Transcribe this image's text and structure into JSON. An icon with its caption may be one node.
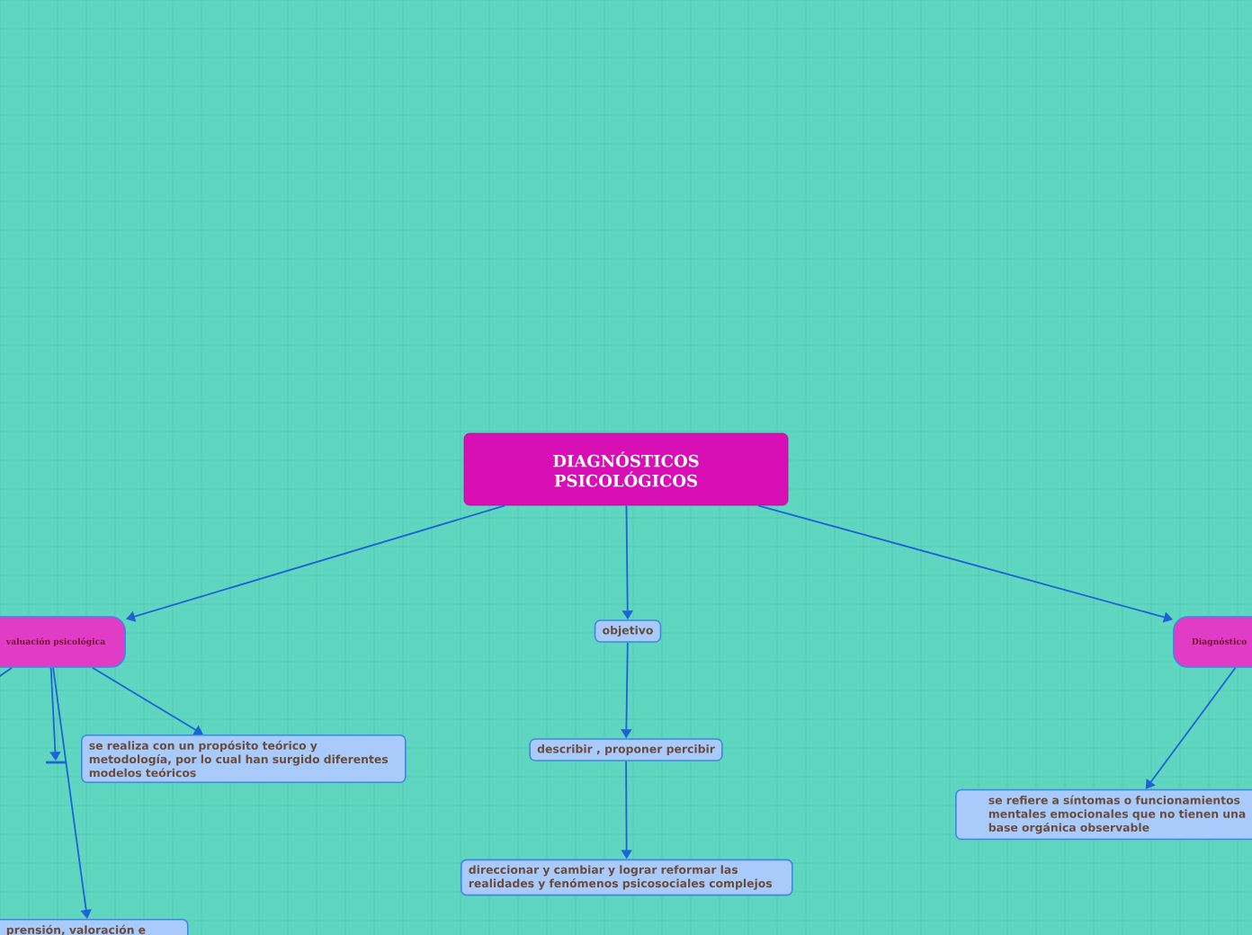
{
  "diagram": {
    "nodes": [
      {
        "text": [
          "DIAGNÓSTICOS PSICOLÓGICOS"
        ]
      },
      {
        "text": [
          "valuación psicológica"
        ]
      },
      {
        "text": [
          "objetivo"
        ]
      },
      {
        "text": [
          "Diagnóstico"
        ]
      },
      {
        "text": [
          "se realiza con un propósito teórico y metodología, por lo cual han surgido diferentes modelos teóricos"
        ]
      },
      {
        "text": [],
        "shape": "bar"
      },
      {
        "text": [
          "prensión, valoración e"
        ]
      },
      {
        "text": [
          "describir , proponer percibir"
        ]
      },
      {
        "text": [
          "direccionar y cambiar y lograr reformar las realidades y fenómenos psicosociales complejos"
        ]
      },
      {
        "text": [
          "se refiere a síntomas o funcionamientos mentales  emocionales que no tienen una base orgánica observable"
        ]
      }
    ],
    "edges": [
      {
        "from": 0,
        "to": 1,
        "arrow": "to"
      },
      {
        "from": 0,
        "to": 2,
        "arrow": "to"
      },
      {
        "from": 0,
        "to": 3,
        "arrow": "to"
      },
      {
        "from": 1,
        "to": null,
        "arrow": "none"
      },
      {
        "from": 1,
        "to": 5,
        "arrow": "to"
      },
      {
        "from": 1,
        "to": 4,
        "arrow": "to"
      },
      {
        "from": 1,
        "to": 6,
        "arrow": "to"
      },
      {
        "from": 2,
        "to": 7,
        "arrow": "to"
      },
      {
        "from": 7,
        "to": 8,
        "arrow": "to"
      },
      {
        "from": 3,
        "to": 9,
        "arrow": "to"
      }
    ]
  }
}
